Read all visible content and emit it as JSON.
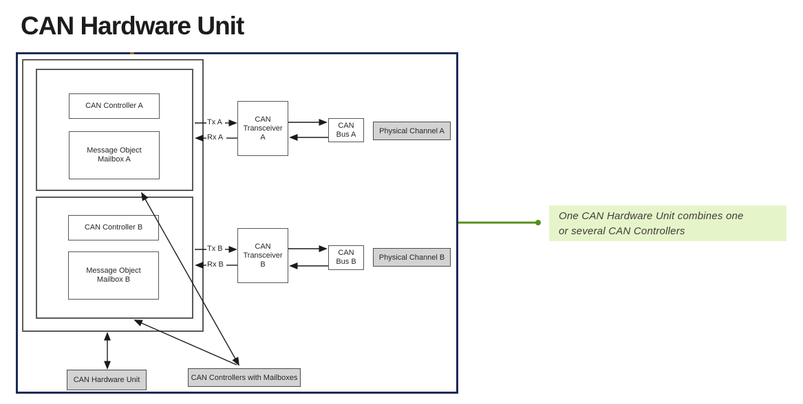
{
  "title": "CAN Hardware Unit",
  "colors": {
    "frame_border": "#1a2b55",
    "diagram_line": "#1a1a1a",
    "box_border": "#595959",
    "gray_fill": "#d3d3d3",
    "callout_green": "#55901e",
    "note_bg": "#e6f5c9",
    "note_text": "#3c3c3c"
  },
  "diagram": {
    "controller_a": "CAN Controller A",
    "mailbox_a": [
      "Message Object",
      "Mailbox A"
    ],
    "controller_b": "CAN Controller B",
    "mailbox_b": [
      "Message Object",
      "Mailbox B"
    ],
    "transceiver_a": [
      "CAN",
      "Transceiver",
      "A"
    ],
    "bus_a": [
      "CAN",
      "Bus A"
    ],
    "physical_channel_a": "Physical Channel A",
    "transceiver_b": [
      "CAN",
      "Transceiver",
      "B"
    ],
    "bus_b": [
      "CAN",
      "Bus B"
    ],
    "physical_channel_b": "Physical Channel B",
    "tx_a": "Tx A",
    "rx_a": "Rx A",
    "tx_b": "Tx B",
    "rx_b": "Rx B",
    "label_hardware_unit": "CAN Hardware Unit",
    "label_controllers_mailboxes": "CAN Controllers with Mailboxes"
  },
  "annotation": {
    "line1": "One CAN Hardware Unit combines one",
    "line2": "or several CAN Controllers"
  }
}
